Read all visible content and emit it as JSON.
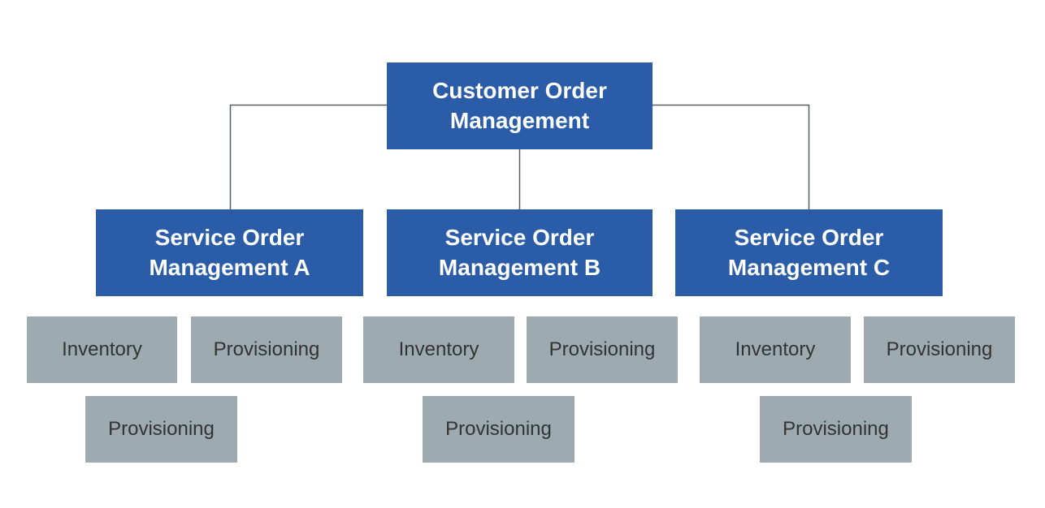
{
  "diagram": {
    "root": {
      "label": "Customer Order Management"
    },
    "groups": [
      {
        "manager": {
          "label": "Service Order Management A"
        },
        "children": [
          {
            "label": "Inventory"
          },
          {
            "label": "Provisioning"
          },
          {
            "label": "Provisioning"
          }
        ]
      },
      {
        "manager": {
          "label": "Service Order Management B"
        },
        "children": [
          {
            "label": "Inventory"
          },
          {
            "label": "Provisioning"
          },
          {
            "label": "Provisioning"
          }
        ]
      },
      {
        "manager": {
          "label": "Service Order Management C"
        },
        "children": [
          {
            "label": "Inventory"
          },
          {
            "label": "Provisioning"
          },
          {
            "label": "Provisioning"
          }
        ]
      }
    ],
    "colors": {
      "primary_box": "#2A5CA8",
      "secondary_box": "#9DAAB0",
      "connector": "#5B6064",
      "primary_text": "#FFFFFF",
      "secondary_text": "#333333",
      "background": "#FFFFFF"
    }
  }
}
